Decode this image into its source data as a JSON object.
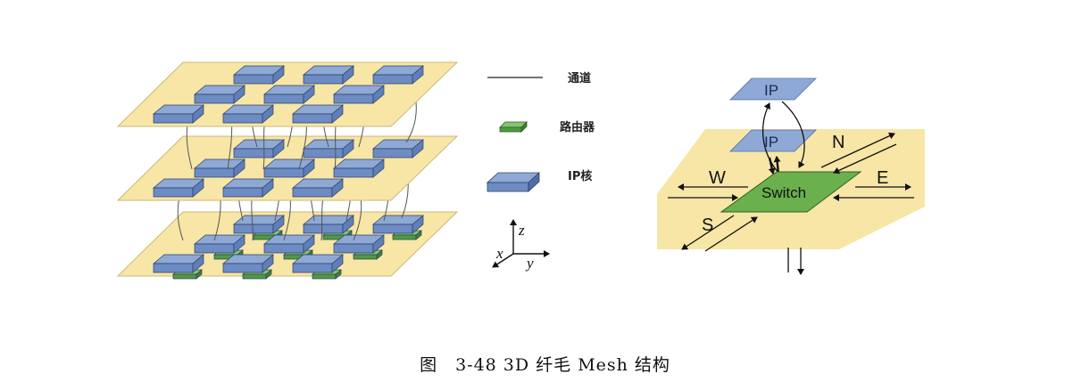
{
  "legend": {
    "channel_label": "通道",
    "router_label": "路由器",
    "ip_label": "IP核"
  },
  "axes": {
    "x": "x",
    "y": "y",
    "z": "z"
  },
  "switch_diagram": {
    "ip_top": "IP",
    "ip_bottom": "IP",
    "switch": "Switch",
    "north": "N",
    "south": "S",
    "east": "E",
    "west": "W"
  },
  "caption": "图　3-48 3D 纤毛 Mesh 结构",
  "colors": {
    "layer": "#f7e6a6",
    "ip_top": "#8fa9d6",
    "ip_side": "#5f7fb8",
    "router_top": "#86c46c",
    "router_side": "#4f9a3f",
    "switch": "#6ab04c"
  }
}
